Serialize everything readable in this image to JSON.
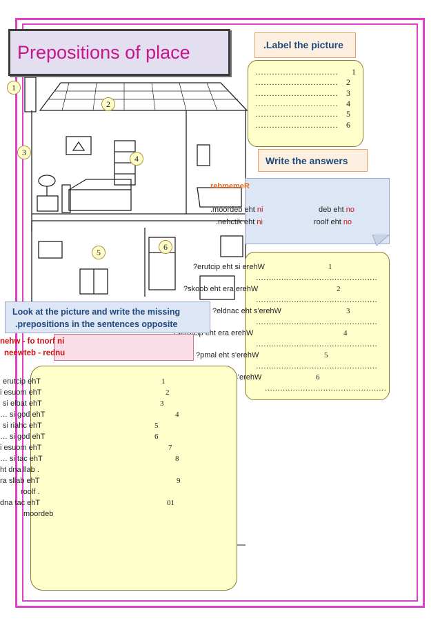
{
  "title": "Prepositions of place",
  "label_heading": ".Label the picture",
  "label_lines": [
    {
      "dots": "…………………………",
      "num": "1"
    },
    {
      "dots": "…………………………",
      "num": "2"
    },
    {
      "dots": "…………………………",
      "num": "3"
    },
    {
      "dots": "…………………………",
      "num": "4"
    },
    {
      "dots": "…………………………",
      "num": "5"
    },
    {
      "dots": "…………………………",
      "num": "6"
    }
  ],
  "answers_heading": "Write the answers",
  "remember": {
    "heading": "rebmemeR",
    "rows": [
      {
        "left": ".moordeb eht",
        "left_mark": "ni",
        "right": "deb eht",
        "right_mark": "no"
      },
      {
        "left": ".nehctik eht",
        "left_mark": "ni",
        "right": "roolf eht",
        "right_mark": "no"
      }
    ]
  },
  "questions": [
    {
      "text": "?erutcip eht si erehW",
      "num": "1"
    },
    {
      "text": "?skoob eht era erehW",
      "num": "2"
    },
    {
      "text": "?eldnac eht s'erehW",
      "num": "3"
    },
    {
      "text": "?serutcip eht era erehW",
      "num": "4"
    },
    {
      "text": "?pmal eht s'erehW",
      "num": "5"
    },
    {
      "text": "?VT eht s'erehW",
      "num": "6"
    }
  ],
  "answer_dots": "…………………………………………",
  "instructions": [
    "Look at the picture and write the missing",
    ".prepositions in the sentences opposite"
  ],
  "word_box": {
    "line1": "nehw - fo tnorf ni",
    "line2": "neewteb - rednu"
  },
  "sentences": [
    {
      "text": "erutcip ehT",
      "num": "1"
    },
    {
      "text": "i esuom ehT",
      "num": "2"
    },
    {
      "text": "si elbat ehT",
      "num": "3"
    },
    {
      "text": "… si god ehT",
      "num": "4"
    },
    {
      "text": "si riahc ehT",
      "num": "5"
    },
    {
      "text": "… si god ehT",
      "num": "6"
    },
    {
      "text": "i esuom ehT",
      "num": "7"
    },
    {
      "text": "… si tac ehT",
      "num": "8"
    },
    {
      "text": "ht dna llab .",
      "num": ""
    },
    {
      "text": "ra sllab ehT",
      "num": "9"
    },
    {
      "text": "roolf .",
      "num": ""
    },
    {
      "text": "dna tac ehT",
      "num": "01"
    },
    {
      "text": "moordeb",
      "num": ""
    }
  ],
  "picture_numbers": [
    "1",
    "2",
    "3",
    "4",
    "5",
    "6"
  ]
}
